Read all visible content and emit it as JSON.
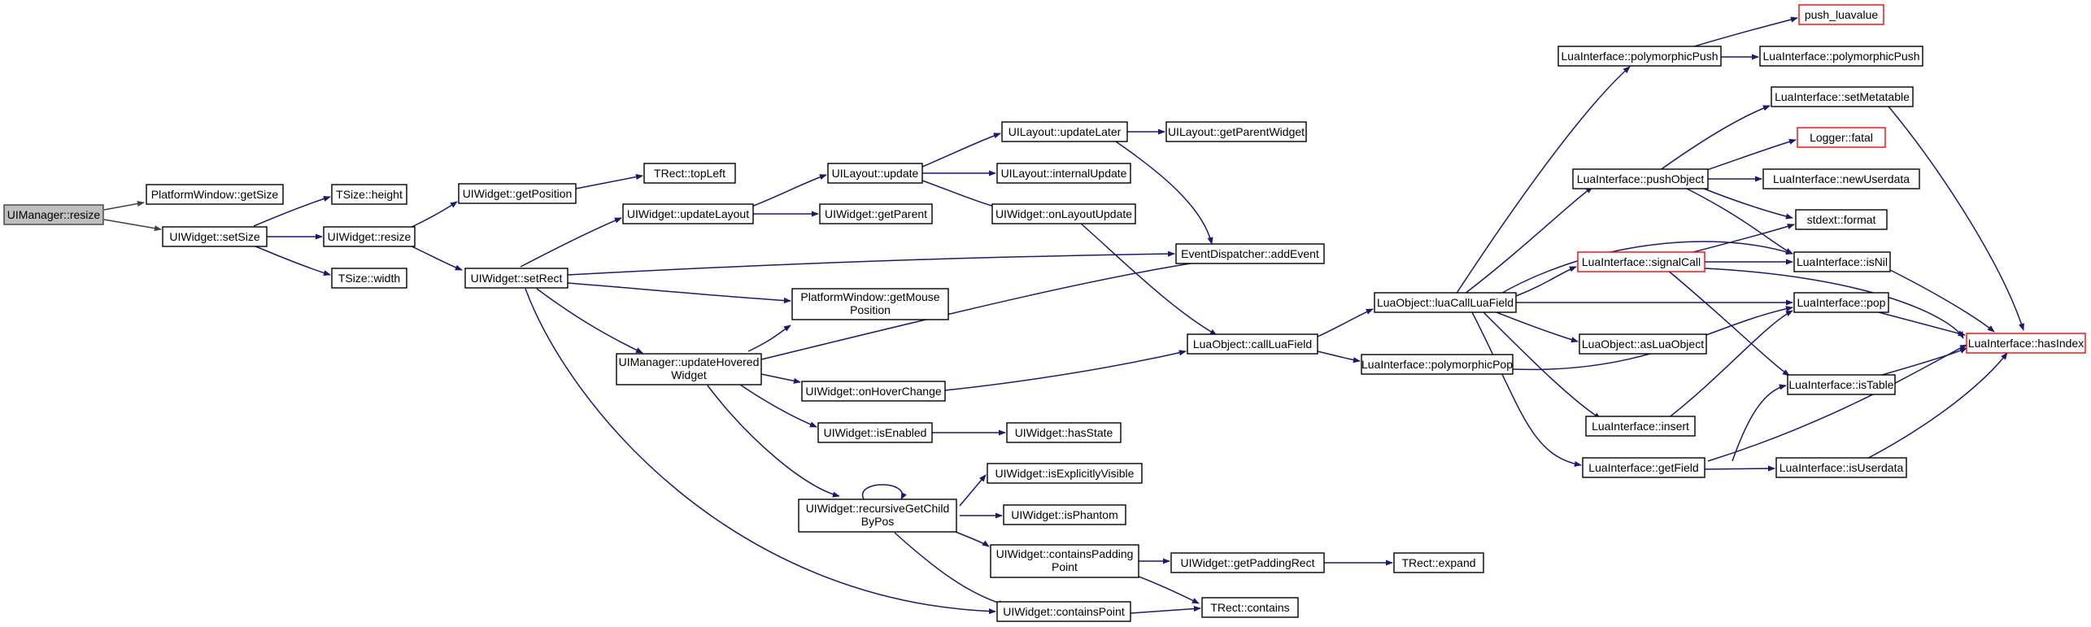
{
  "graph": {
    "colors": {
      "edge": "#191970",
      "node_border": "#000000",
      "root_fill": "#bfbfbf",
      "missing_border": "#ff0000"
    },
    "nodes": [
      {
        "id": "n0",
        "label": [
          "UIManager::resize"
        ],
        "style": "root"
      },
      {
        "id": "n1",
        "label": [
          "PlatformWindow::getSize"
        ]
      },
      {
        "id": "n2",
        "label": [
          "UIWidget::setSize"
        ]
      },
      {
        "id": "n3",
        "label": [
          "TSize::height"
        ]
      },
      {
        "id": "n4",
        "label": [
          "UIWidget::resize"
        ]
      },
      {
        "id": "n5",
        "label": [
          "TSize::width"
        ]
      },
      {
        "id": "n6",
        "label": [
          "UIWidget::getPosition"
        ]
      },
      {
        "id": "n7",
        "label": [
          "UIWidget::setRect"
        ]
      },
      {
        "id": "n8",
        "label": [
          "TRect::topLeft"
        ]
      },
      {
        "id": "n9",
        "label": [
          "UIWidget::updateLayout"
        ]
      },
      {
        "id": "n10",
        "label": [
          "PlatformWindow::getMouse",
          "Position"
        ]
      },
      {
        "id": "n11",
        "label": [
          "UIManager::updateHovered",
          "Widget"
        ]
      },
      {
        "id": "n12",
        "label": [
          "UIWidget::onHoverChange"
        ]
      },
      {
        "id": "n13",
        "label": [
          "UIWidget::isEnabled"
        ]
      },
      {
        "id": "n14",
        "label": [
          "UIWidget::recursiveGetChild",
          "ByPos"
        ]
      },
      {
        "id": "n15",
        "label": [
          "UIWidget::containsPoint"
        ]
      },
      {
        "id": "n16",
        "label": [
          "UILayout::update"
        ]
      },
      {
        "id": "n17",
        "label": [
          "UIWidget::getParent"
        ]
      },
      {
        "id": "n18",
        "label": [
          "UILayout::updateLater"
        ]
      },
      {
        "id": "n19",
        "label": [
          "UILayout::internalUpdate"
        ]
      },
      {
        "id": "n20",
        "label": [
          "UIWidget::onLayoutUpdate"
        ]
      },
      {
        "id": "n21",
        "label": [
          "UIWidget::hasState"
        ]
      },
      {
        "id": "n22",
        "label": [
          "UIWidget::isExplicitlyVisible"
        ]
      },
      {
        "id": "n23",
        "label": [
          "UIWidget::isPhantom"
        ]
      },
      {
        "id": "n24",
        "label": [
          "UIWidget::containsPadding",
          "Point"
        ]
      },
      {
        "id": "n25",
        "label": [
          "UILayout::getParentWidget"
        ]
      },
      {
        "id": "n26",
        "label": [
          "EventDispatcher::addEvent"
        ]
      },
      {
        "id": "n27",
        "label": [
          "LuaObject::callLuaField"
        ]
      },
      {
        "id": "n28",
        "label": [
          "UIWidget::getPaddingRect"
        ]
      },
      {
        "id": "n29",
        "label": [
          "TRect::contains"
        ]
      },
      {
        "id": "n30",
        "label": [
          "TRect::expand"
        ]
      },
      {
        "id": "n31",
        "label": [
          "LuaObject::luaCallLuaField"
        ]
      },
      {
        "id": "n32",
        "label": [
          "LuaInterface::polymorphicPop"
        ]
      },
      {
        "id": "n33",
        "label": [
          "LuaInterface::polymorphicPush"
        ]
      },
      {
        "id": "n34",
        "label": [
          "LuaInterface::pushObject"
        ]
      },
      {
        "id": "n35",
        "label": [
          "LuaInterface::signalCall"
        ],
        "style": "red"
      },
      {
        "id": "n36",
        "label": [
          "LuaObject::asLuaObject"
        ]
      },
      {
        "id": "n37",
        "label": [
          "LuaInterface::insert"
        ]
      },
      {
        "id": "n38",
        "label": [
          "LuaInterface::getField"
        ]
      },
      {
        "id": "n39",
        "label": [
          "push_luavalue"
        ],
        "style": "red"
      },
      {
        "id": "n40",
        "label": [
          "LuaInterface::polymorphicPush"
        ]
      },
      {
        "id": "n41",
        "label": [
          "LuaInterface::setMetatable"
        ]
      },
      {
        "id": "n42",
        "label": [
          "Logger::fatal"
        ],
        "style": "red"
      },
      {
        "id": "n43",
        "label": [
          "LuaInterface::newUserdata"
        ]
      },
      {
        "id": "n44",
        "label": [
          "stdext::format"
        ]
      },
      {
        "id": "n45",
        "label": [
          "LuaInterface::isNil"
        ]
      },
      {
        "id": "n46",
        "label": [
          "LuaInterface::pop"
        ]
      },
      {
        "id": "n47",
        "label": [
          "LuaInterface::isTable"
        ]
      },
      {
        "id": "n48",
        "label": [
          "LuaInterface::isUserdata"
        ]
      },
      {
        "id": "n49",
        "label": [
          "LuaInterface::hasIndex"
        ],
        "style": "red"
      }
    ]
  }
}
